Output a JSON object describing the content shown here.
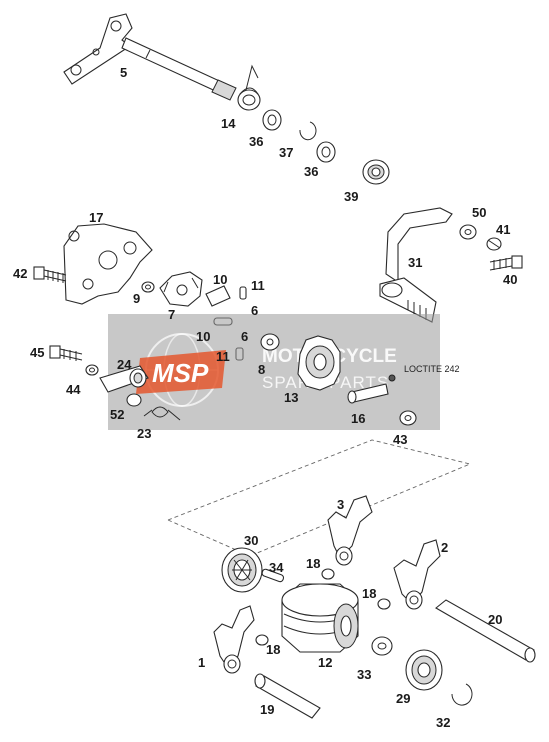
{
  "callouts": {
    "c1": "1",
    "c2": "2",
    "c3": "3",
    "c5": "5",
    "c6a": "6",
    "c6b": "6",
    "c7": "7",
    "c8": "8",
    "c9": "9",
    "c10a": "10",
    "c10b": "10",
    "c11a": "11",
    "c11b": "11",
    "c12": "12",
    "c13": "13",
    "c14": "14",
    "c16": "16",
    "c17": "17",
    "c18a": "18",
    "c18b": "18",
    "c18c": "18",
    "c19": "19",
    "c20": "20",
    "c23": "23",
    "c24": "24",
    "c29": "29",
    "c30": "30",
    "c31": "31",
    "c32": "32",
    "c33": "33",
    "c34": "34",
    "c36a": "36",
    "c36b": "36",
    "c37": "37",
    "c39": "39",
    "c40": "40",
    "c41": "41",
    "c42": "42",
    "c43": "43",
    "c44": "44",
    "c45": "45",
    "c50": "50",
    "c52": "52"
  },
  "annotation": {
    "loctite": "LOCTITE 242"
  },
  "watermark": {
    "logo": "MSP",
    "line1": "MOTORCYCLE",
    "line2": "SPARE PARTS",
    "color": "#e4572e",
    "band_color": "#9a9a9a"
  }
}
